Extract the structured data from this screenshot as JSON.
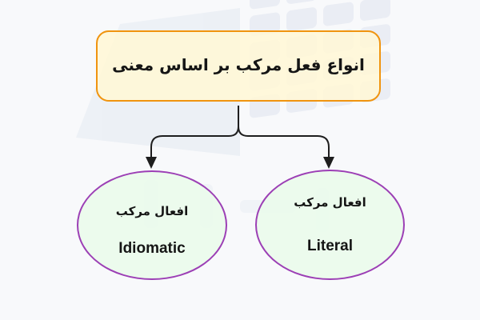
{
  "diagram": {
    "title": "انواع فعل مرکب بر اساس معنی",
    "nodes": [
      {
        "id": "idiomatic",
        "label_fa": "افعال مرکب",
        "label_en": "Idiomatic",
        "position": "left"
      },
      {
        "id": "literal",
        "label_fa": "افعال مرکب",
        "label_en": "Literal",
        "position": "right"
      }
    ],
    "edges": [
      {
        "from": "title",
        "to": "idiomatic"
      },
      {
        "from": "title",
        "to": "literal"
      }
    ]
  },
  "colors": {
    "background": "#f8f9fb",
    "title_border": "#f0940f",
    "title_fill": "#fff7d6",
    "node_border": "#9c3fb5",
    "node_fill": "#eafbec",
    "connector": "#1e1e1e",
    "text": "#151515"
  }
}
